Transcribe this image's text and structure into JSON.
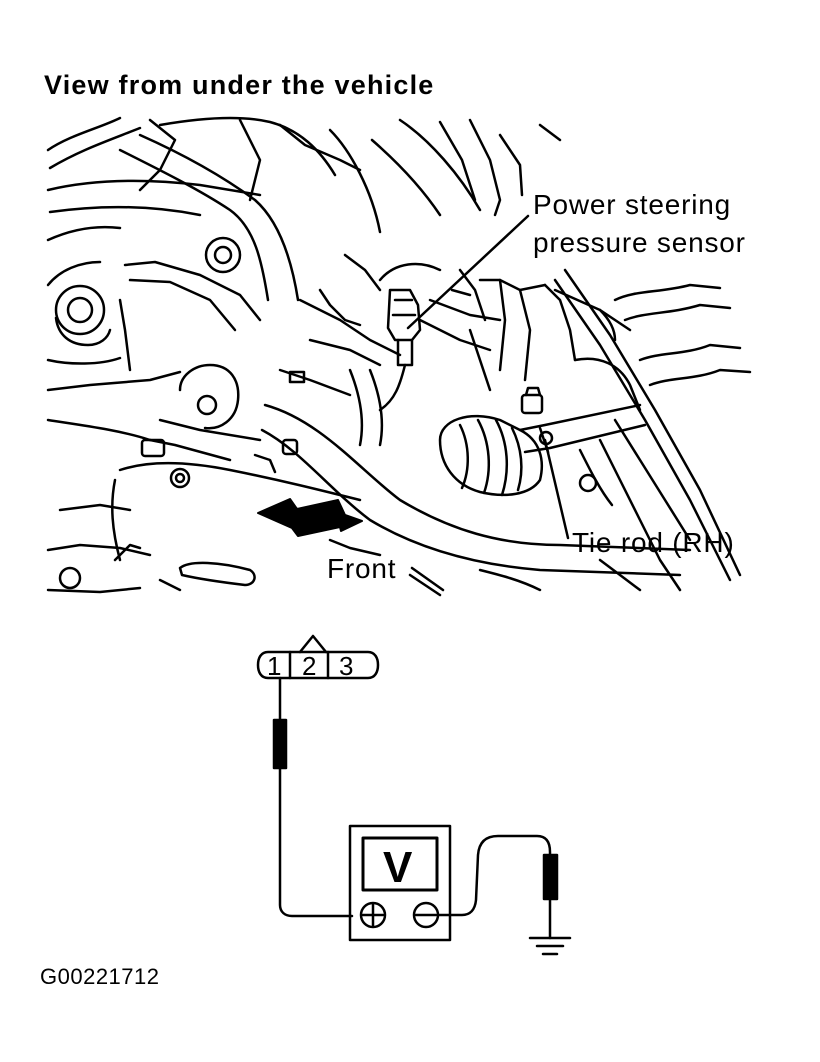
{
  "diagram": {
    "title": "View from under the vehicle",
    "callouts": {
      "sensor_line1": "Power steering",
      "sensor_line2": "pressure sensor",
      "tie_rod": "Tie rod (RH)",
      "front": "Front"
    },
    "connector": {
      "pins": [
        "1",
        "2",
        "3"
      ]
    },
    "meter": {
      "label": "V",
      "positive_symbol": "+",
      "negative_symbol": "−"
    },
    "figure_id": "G00221712"
  }
}
